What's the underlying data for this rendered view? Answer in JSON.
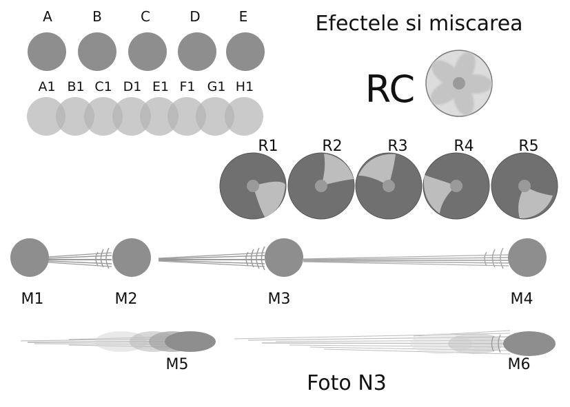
{
  "title": "Efectele si miscarea",
  "caption": "Foto N3",
  "rc": {
    "label": "RC",
    "icon": "blurred-fan-icon"
  },
  "top_row": [
    "A",
    "B",
    "C",
    "D",
    "E"
  ],
  "overlap_row": [
    "A1",
    "B1",
    "C1",
    "D1",
    "E1",
    "F1",
    "G1",
    "H1"
  ],
  "rotation_row": [
    "R1",
    "R2",
    "R3",
    "R4",
    "R5"
  ],
  "motion_row": [
    "M1",
    "M2",
    "M3",
    "M4"
  ],
  "blur_row": [
    "M5",
    "M6"
  ],
  "colors": {
    "ball": "#8e8e8e",
    "ball_light": "#c2c2c2",
    "disc_dark": "#707070",
    "disc_light": "#bdbdbd",
    "hub": "#9a9a9a"
  }
}
